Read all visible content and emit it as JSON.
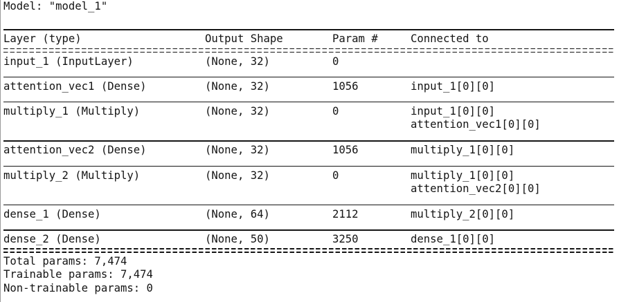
{
  "console": {
    "model_title": "Model: \"model_1\"",
    "separator_heavy": "=================================================================",
    "separator_light": "_________________________________________________________________"
  },
  "table": {
    "headers": {
      "layer": "Layer (type)",
      "output_shape": "Output Shape",
      "param": "Param #",
      "connected_to": "Connected to"
    },
    "rows": [
      {
        "layer": "input_1 (InputLayer)",
        "output_shape": "(None, 32)",
        "param": "0",
        "connected_to": [
          ""
        ]
      },
      {
        "layer": "attention_vec1 (Dense)",
        "output_shape": "(None, 32)",
        "param": "1056",
        "connected_to": [
          "input_1[0][0]"
        ]
      },
      {
        "layer": "multiply_1 (Multiply)",
        "output_shape": "(None, 32)",
        "param": "0",
        "connected_to": [
          "input_1[0][0]",
          "attention_vec1[0][0]"
        ]
      },
      {
        "layer": "attention_vec2 (Dense)",
        "output_shape": "(None, 32)",
        "param": "1056",
        "connected_to": [
          "multiply_1[0][0]"
        ]
      },
      {
        "layer": "multiply_2 (Multiply)",
        "output_shape": "(None, 32)",
        "param": "0",
        "connected_to": [
          "multiply_1[0][0]",
          "attention_vec2[0][0]"
        ]
      },
      {
        "layer": "dense_1 (Dense)",
        "output_shape": "(None, 64)",
        "param": "2112",
        "connected_to": [
          "multiply_2[0][0]"
        ]
      },
      {
        "layer": "dense_2 (Dense)",
        "output_shape": "(None, 50)",
        "param": "3250",
        "connected_to": [
          "dense_1[0][0]"
        ]
      }
    ]
  },
  "footer": {
    "total_params": "Total params: 7,474",
    "trainable_params": "Trainable params: 7,474",
    "non_trainable_params": "Non-trainable params: 0"
  },
  "colors": {
    "background": "#ffffff",
    "text": "#141414",
    "edge_rule": "#9a9a9a"
  }
}
